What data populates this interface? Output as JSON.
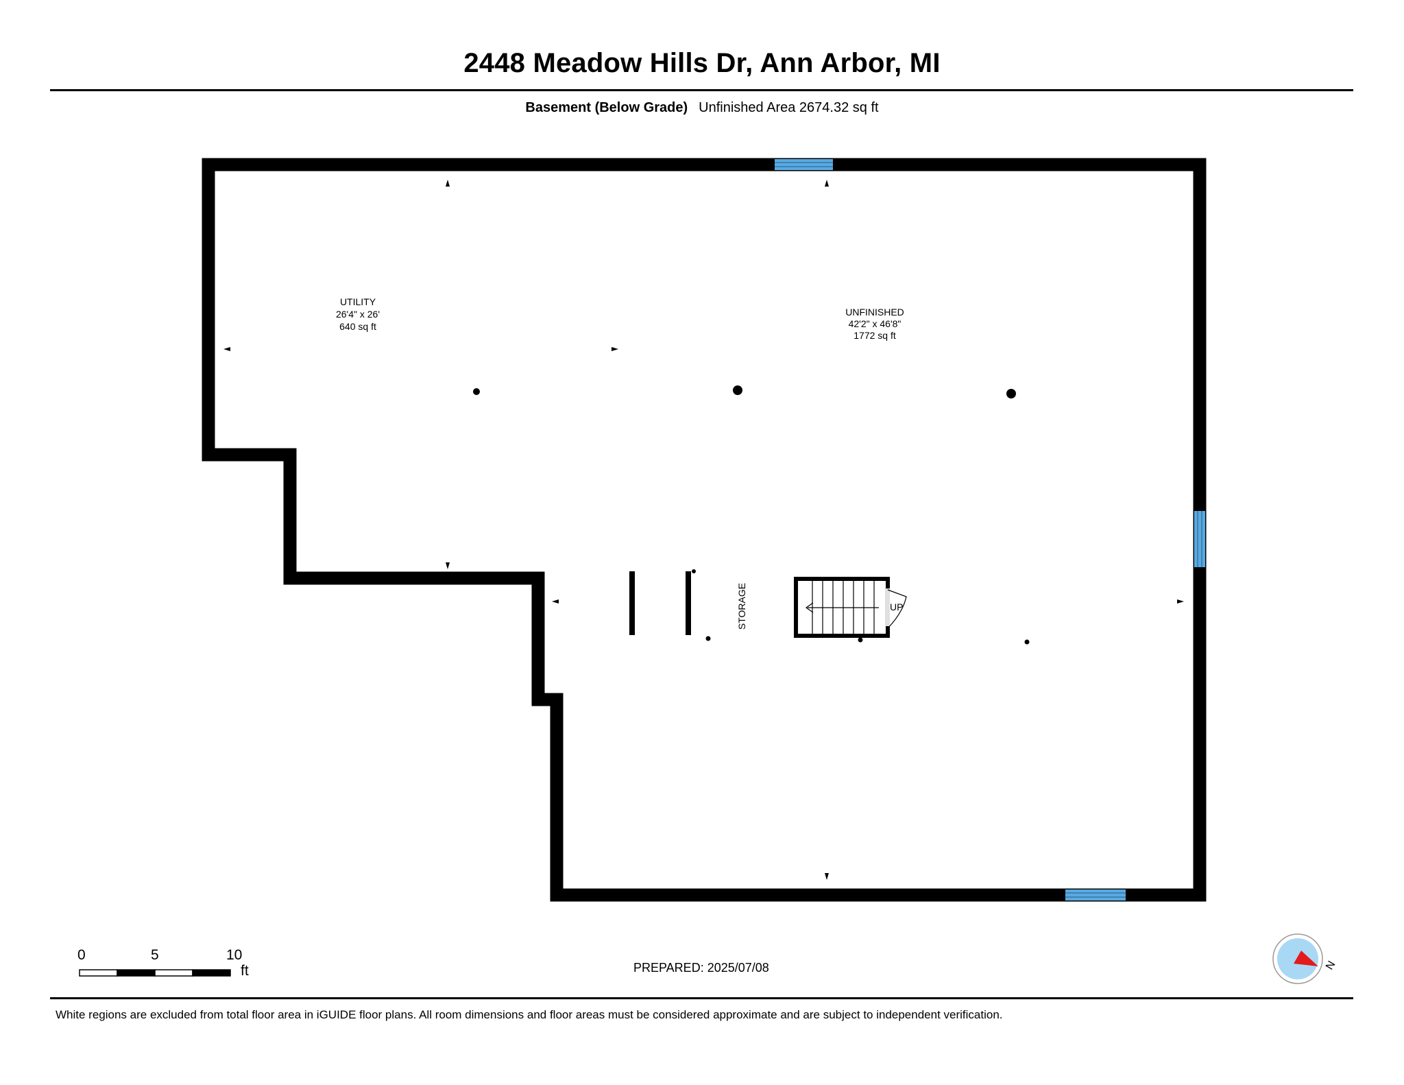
{
  "header": {
    "address": "2448 Meadow Hills Dr, Ann Arbor, MI",
    "floor_name": "Basement (Below Grade)",
    "area_summary": "Unfinished Area 2674.32 sq ft"
  },
  "rooms": [
    {
      "name": "UTILITY",
      "dimensions": "26'4\" x 26'",
      "area": "640 sq ft"
    },
    {
      "name": "UNFINISHED",
      "dimensions": "42'2\" x 46'8\"",
      "area": "1772 sq ft"
    },
    {
      "name": "STORAGE"
    }
  ],
  "stairs": {
    "label": "UP"
  },
  "scale_bar": {
    "ticks": [
      "0",
      "5",
      "10"
    ],
    "unit": "ft"
  },
  "prepared": "PREPARED: 2025/07/08",
  "compass": {
    "label": "N"
  },
  "footer": {
    "disclaimer": "White regions are excluded from total floor area in iGUIDE floor plans. All room dimensions and floor areas must be considered approximate and are subject to independent verification."
  },
  "colors": {
    "wall": "#000000",
    "window": "#5aa9e0",
    "compass_disc": "#a9d8f5",
    "compass_needle": "#e31b1b"
  }
}
